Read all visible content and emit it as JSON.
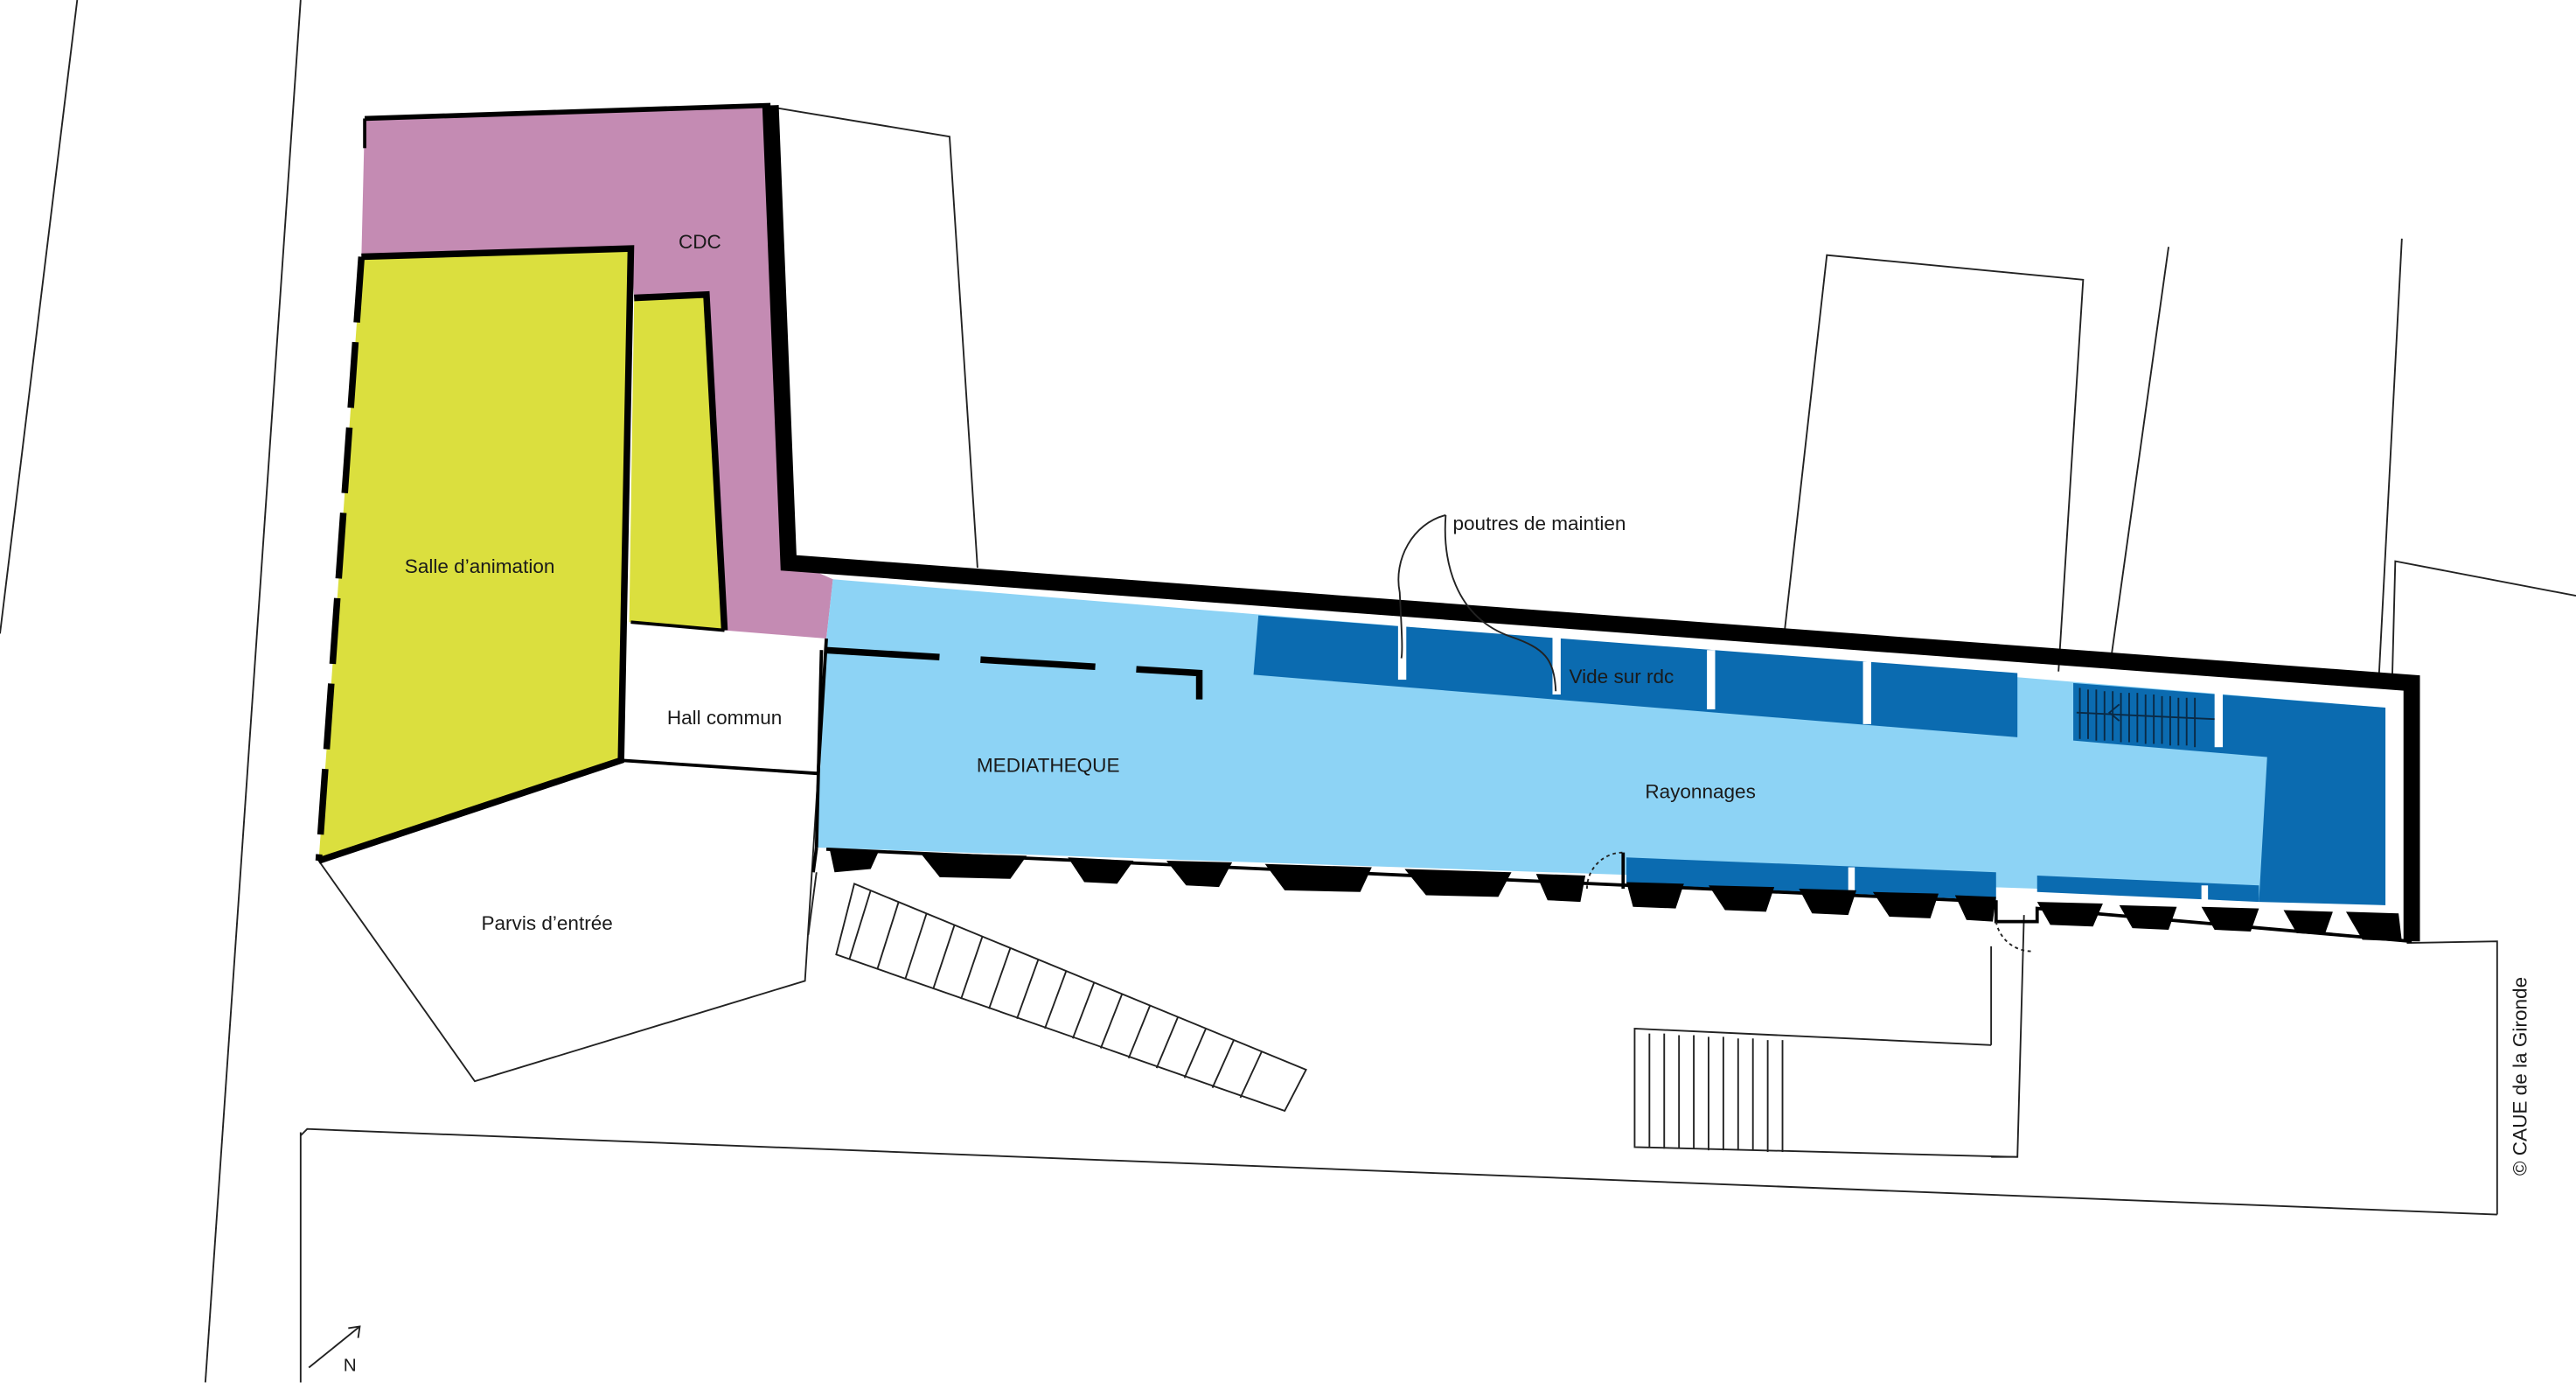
{
  "labels": {
    "cdc": "CDC",
    "salle": "Salle d’animation",
    "hall": "Hall commun",
    "parvis": "Parvis d’entrée",
    "mediatheque": "MEDIATHEQUE",
    "vide": "Vide sur rdc",
    "poutres": "poutres de maintien",
    "rayonnages": "Rayonnages"
  },
  "north_label": "N",
  "credit": "© CAUE de la Gironde",
  "colors": {
    "cdc": "#c48bb3",
    "salle": "#dbdf3e",
    "mediatheque": "#8dd3f5",
    "dark_blue": "#0b6bb0",
    "wall": "#000000",
    "background": "#ffffff"
  }
}
